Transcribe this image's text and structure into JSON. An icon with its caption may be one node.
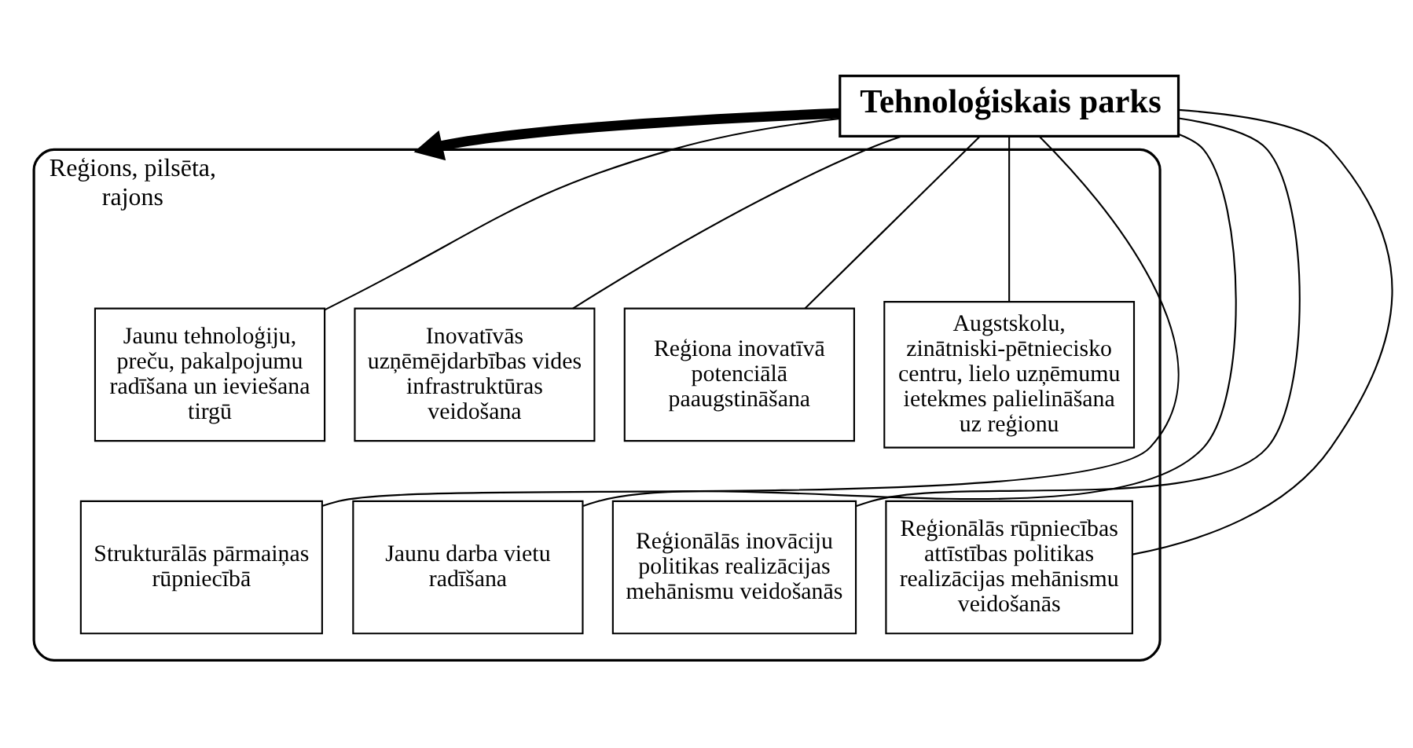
{
  "diagram": {
    "nodes": [
      {
        "text": [
          "Tehnoloģiskais parks"
        ]
      },
      {
        "text": [
          "Reģions, pilsēta, rajons"
        ]
      },
      {
        "text": [
          "Jaunu tehnoloģiju, preču, pakalpojumu radīšana un ieviešana tirgū"
        ],
        "in": 1
      },
      {
        "text": [
          "Inovatīvās uzņēmējdarbības vides infrastruktūras veidošana"
        ],
        "in": 1
      },
      {
        "text": [
          "Reģiona inovatīvā potenciālā paaugstināšana"
        ],
        "in": 1
      },
      {
        "text": [
          "Augstskolu, zinātniski-pētniecisko centru, lielo uzņēmumu ietekmes palielināšana uz reģionu"
        ],
        "in": 1
      },
      {
        "text": [
          "Strukturālās pārmaiņas rūpniecībā"
        ],
        "in": 1
      },
      {
        "text": [
          "Jaunu darba vietu radīšana"
        ],
        "in": 1
      },
      {
        "text": [
          "Reģionālās inovāciju politikas realizācijas mehānismu veidošanās"
        ],
        "in": 1
      },
      {
        "text": [
          "Reģionālās rūpniecības attīstības politikas realizācijas mehānismu veidošanās"
        ],
        "in": 1
      }
    ],
    "edges": [
      {
        "from": 0,
        "to": 1,
        "arrow": "to",
        "style": "thick"
      },
      {
        "from": 0,
        "to": 2,
        "arrow": "none"
      },
      {
        "from": 0,
        "to": 3,
        "arrow": "none"
      },
      {
        "from": 0,
        "to": 4,
        "arrow": "none"
      },
      {
        "from": 0,
        "to": 5,
        "arrow": "none"
      },
      {
        "from": 0,
        "to": 6,
        "arrow": "none"
      },
      {
        "from": 0,
        "to": 7,
        "arrow": "none"
      },
      {
        "from": 0,
        "to": 8,
        "arrow": "none"
      },
      {
        "from": 0,
        "to": 9,
        "arrow": "none"
      }
    ]
  }
}
